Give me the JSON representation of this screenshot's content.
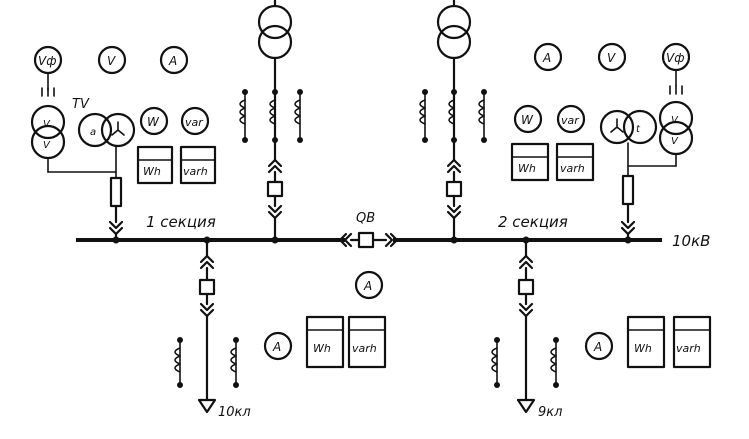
{
  "labels": {
    "section1": "1 секция",
    "section2": "2 секция",
    "bus_voltage": "10кВ",
    "coupler": "QB",
    "tv": "TV",
    "line_left": "10кл",
    "line_right": "9кл"
  },
  "meters": {
    "voltmeter": "V",
    "ammeter": "A",
    "wattmeter": "W",
    "varmeter": "var",
    "energy_active": "Wh",
    "energy_reactive": "varh",
    "phase_voltmeter_left": "Vф",
    "phase_voltmeter_right": "Vф",
    "tv_left_winding_a": "V",
    "tv_left_winding_b": "V",
    "tv_right_winding_a": "V",
    "tv_right_winding_b": "V",
    "tv_left_delta": "a",
    "tv_right_delta": "t"
  },
  "colors": {
    "ink": "#111111",
    "background": "#ffffff"
  }
}
